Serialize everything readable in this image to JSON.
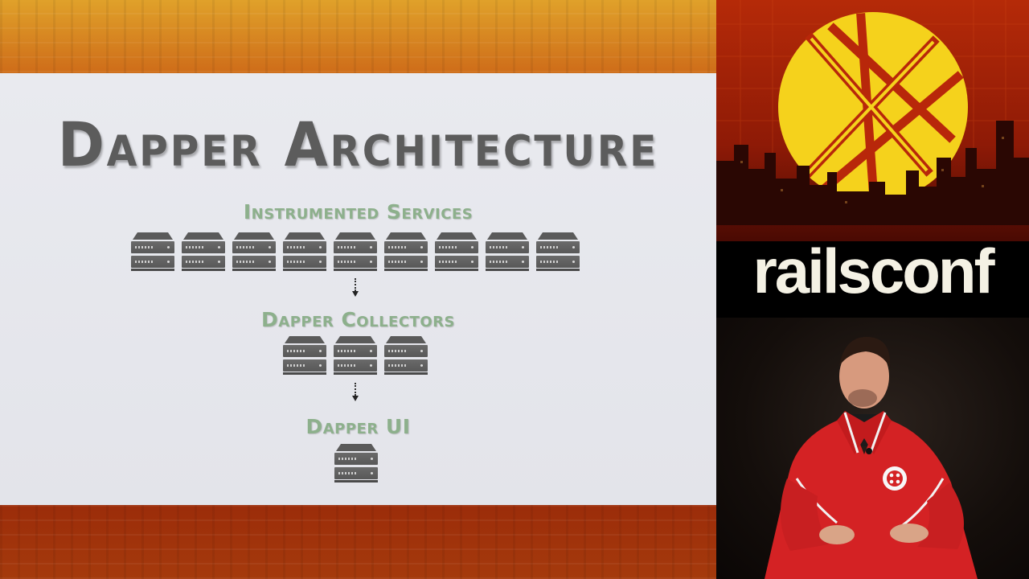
{
  "slide": {
    "title": "Dapper Architecture",
    "tiers": [
      {
        "label": "Instrumented Services",
        "server_count": 9
      },
      {
        "label": "Dapper Collectors",
        "server_count": 3
      },
      {
        "label": "Dapper UI",
        "server_count": 1
      }
    ]
  },
  "branding": {
    "logo_text": "railsconf",
    "colors": {
      "sun": "#f5d21c",
      "logo_text": "#f4f1e4",
      "tier_label": "#8db08c",
      "title": "#5c5c5c",
      "jacket": "#d42224"
    }
  },
  "icons": {
    "server": "server-rack-icon",
    "arrow": "dotted-down-arrow-icon",
    "logo_mark": "railsconf-sun-skyline-logo"
  }
}
